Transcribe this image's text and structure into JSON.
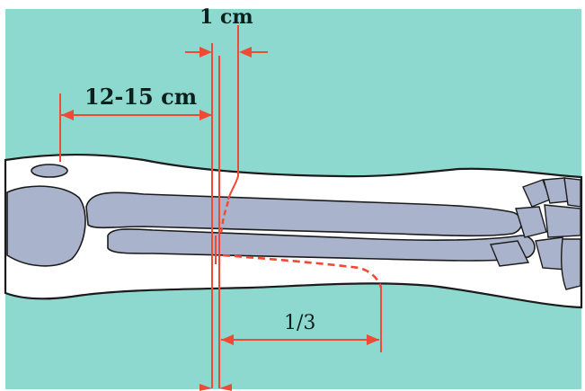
{
  "labels": {
    "gap": "1 cm",
    "distance": "12-15 cm",
    "fraction": "1/3"
  },
  "colors": {
    "background": "#8ed9cf",
    "skin": "#ffffff",
    "bone": "#a9b3cb",
    "outline": "#1b1b1b",
    "marker": "#f04a35"
  }
}
